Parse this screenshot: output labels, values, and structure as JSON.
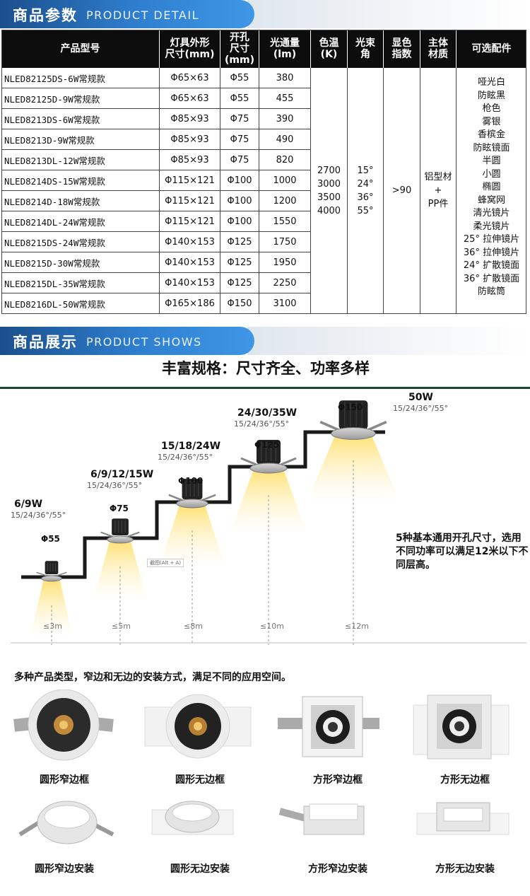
{
  "detail_header": {
    "zh": "商品参数",
    "en": "PRODUCT DETAIL"
  },
  "table": {
    "headers": [
      "产品型号",
      "灯具外形\n尺寸(mm)",
      "开孔\n尺寸\n(mm)",
      "光通量\n(lm)",
      "色温\n(K)",
      "光束\n角",
      "显色\n指数",
      "主体\n材质",
      "可选配件"
    ],
    "rows": [
      {
        "model": "NLED82125DS-6W常规款",
        "size": "Φ65×63",
        "cut": "Φ55",
        "lumen": "380"
      },
      {
        "model": "NLED82125D-9W常规款",
        "size": "Φ65×63",
        "cut": "Φ55",
        "lumen": "455"
      },
      {
        "model": "NLED8213DS-6W常规款",
        "size": "Φ85×93",
        "cut": "Φ75",
        "lumen": "390"
      },
      {
        "model": "NLED8213D-9W常规款",
        "size": "Φ85×93",
        "cut": "Φ75",
        "lumen": "490"
      },
      {
        "model": "NLED8213DL-12W常规款",
        "size": "Φ85×93",
        "cut": "Φ75",
        "lumen": "820"
      },
      {
        "model": "NLED8214DS-15W常规款",
        "size": "Φ115×121",
        "cut": "Φ100",
        "lumen": "1000"
      },
      {
        "model": "NLED8214D-18W常规款",
        "size": "Φ115×121",
        "cut": "Φ100",
        "lumen": "1200"
      },
      {
        "model": "NLED8214DL-24W常规款",
        "size": "Φ115×121",
        "cut": "Φ100",
        "lumen": "1550"
      },
      {
        "model": "NLED8215DS-24W常规款",
        "size": "Φ140×153",
        "cut": "Φ125",
        "lumen": "1750"
      },
      {
        "model": "NLED8215D-30W常规款",
        "size": "Φ140×153",
        "cut": "Φ125",
        "lumen": "1950"
      },
      {
        "model": "NLED8215DL-35W常规款",
        "size": "Φ140×153",
        "cut": "Φ125",
        "lumen": "2250"
      },
      {
        "model": "NLED8216DL-50W常规款",
        "size": "Φ165×186",
        "cut": "Φ150",
        "lumen": "3100"
      }
    ],
    "color_temp": "2700\n3000\n3500\n4000",
    "beam_angle": "15°\n24°\n36°\n55°",
    "cri": ">90",
    "material": "铝型材\n+\nPP件",
    "accessories": "哑光白\n防眩黑\n枪色\n雾银\n香槟金\n防眩镜面\n半圆\n小圆\n椭圆\n蜂窝网\n清光镜片\n柔光镜片\n25° 拉伸镜片\n36° 拉伸镜片\n24° 扩散镜面\n36° 扩散镜面\n防眩筒"
  },
  "shows_header": {
    "zh": "商品展示",
    "en": "PRODUCT SHOWS"
  },
  "tagline": "丰富规格：尺寸齐全、功率多样",
  "steps": [
    {
      "power": "6/9W",
      "angles": "15/24/36°/55°",
      "diameter": "Φ55",
      "distance": "≤3m"
    },
    {
      "power": "6/9/12/15W",
      "angles": "15/24/36°/55°",
      "diameter": "Φ75",
      "distance": "≤5m"
    },
    {
      "power": "15/18/24W",
      "angles": "15/24/36°/55°",
      "diameter": "Φ100",
      "distance": "≤8m"
    },
    {
      "power": "24/30/35W",
      "angles": "15/24/36°/55°",
      "diameter": "Φ125",
      "distance": "≤10m"
    },
    {
      "power": "50W",
      "angles": "15/24/36°/55°",
      "diameter": "Φ150",
      "distance": "≤12m"
    }
  ],
  "note": "5种基本通用开孔尺寸，选用不同功率可以满足12米以下不同层高。",
  "screenshot_hint": "截图(Alt + A)",
  "multi_caption": "多种产品类型，窄边和无边的安装方式，满足不同的应用空间。",
  "products": [
    "圆形窄边框",
    "圆形无边框",
    "方形窄边框",
    "方形无边框"
  ],
  "installs": [
    "圆形窄边安装",
    "圆形无边安装",
    "方形窄边安装",
    "方形无边安装"
  ],
  "colors": {
    "banner": "#2f7fd0",
    "table_head": "#0d0d0d",
    "stair": "#1a1a1a",
    "beam": "#ffd34d",
    "divider": "#1f4a32"
  }
}
